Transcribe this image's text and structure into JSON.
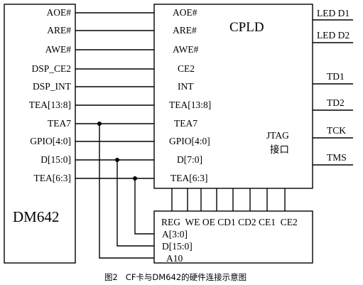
{
  "dm642": {
    "name": "DM642",
    "pins": [
      "AOE#",
      "ARE#",
      "AWE#",
      "DSP_CE2",
      "DSP_INT",
      "TEA[13:8]",
      "TEA7",
      "GPIO[4:0]",
      "D[15:0]",
      "TEA[6:3]"
    ]
  },
  "cpld": {
    "name": "CPLD",
    "left_pins": [
      "AOE#",
      "ARE#",
      "AWE#",
      "CE2",
      "INT",
      "TEA[13:8]",
      "TEA7",
      "GPIO[4:0]",
      "D[7:0]",
      "TEA[6:3]"
    ],
    "jtag_label": "JTAG",
    "jtag_sub": "接口",
    "right_signals": [
      "LED D1",
      "LED D2",
      "TD1",
      "TD2",
      "TCK",
      "TMS"
    ]
  },
  "cf": {
    "top_pins": "REG  WE OE CD1 CD2 CE1  CE2",
    "left_pins": [
      "A[3:0]",
      "D[15:0]",
      "A10"
    ]
  },
  "caption": "图2   CF卡与DM642的硬件连接示意图"
}
